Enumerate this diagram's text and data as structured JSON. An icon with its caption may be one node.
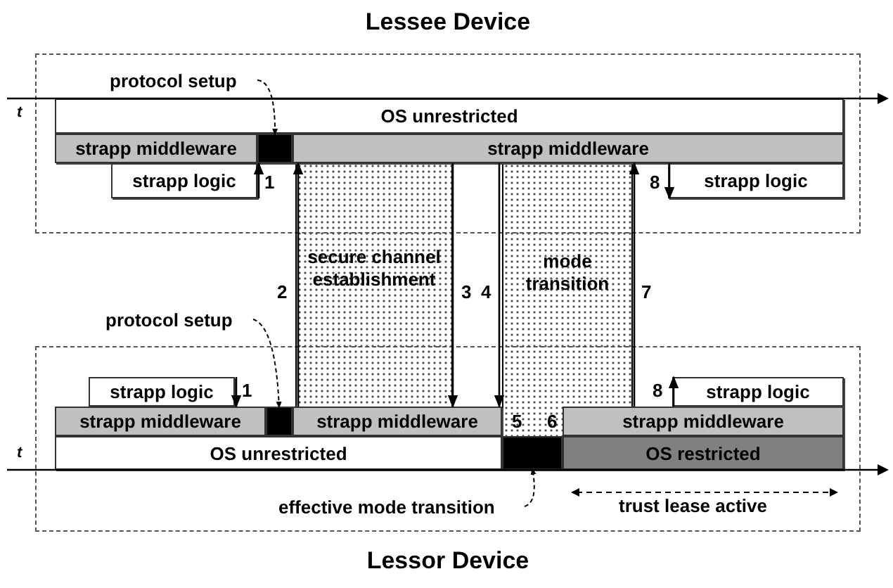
{
  "diagram": {
    "nodes": [
      {
        "text": [
          "Lessee Device"
        ]
      },
      {
        "text": [
          "OS unrestricted"
        ],
        "in": 0
      },
      {
        "text": [
          "strapp middleware"
        ],
        "in": 0
      },
      {
        "text": [],
        "shape": "box",
        "in": 0
      },
      {
        "text": [
          "strapp middleware"
        ],
        "in": 0
      },
      {
        "text": [
          "strapp logic"
        ],
        "in": 0
      },
      {
        "text": [
          "strapp logic"
        ],
        "in": 0
      },
      {
        "text": [
          "Lessor Device"
        ]
      },
      {
        "text": [
          "strapp logic"
        ],
        "in": 7
      },
      {
        "text": [
          "strapp middleware"
        ],
        "in": 7
      },
      {
        "text": [],
        "shape": "box",
        "in": 7
      },
      {
        "text": [
          "strapp middleware"
        ],
        "in": 7
      },
      {
        "text": [
          "strapp middleware"
        ],
        "in": 7
      },
      {
        "text": [
          "OS unrestricted"
        ],
        "in": 7
      },
      {
        "text": [],
        "shape": "box",
        "in": 7
      },
      {
        "text": [
          "OS restricted"
        ],
        "in": 7
      },
      {
        "text": [
          "strapp logic"
        ],
        "in": 7
      },
      {
        "text": [
          "secure channel establishment"
        ]
      },
      {
        "text": [
          "mode transition"
        ]
      },
      {
        "text": [
          "protocol setup"
        ],
        "in": 0
      },
      {
        "text": [
          "protocol setup"
        ]
      },
      {
        "text": [
          "effective mode transition"
        ],
        "in": 7
      }
    ],
    "edges": [
      {
        "from": 5,
        "to": 2,
        "arrow": "to",
        "label": "1"
      },
      {
        "from": 8,
        "to": 9,
        "arrow": "to",
        "label": "1"
      },
      {
        "from": 11,
        "to": 4,
        "arrow": "to",
        "label": "2"
      },
      {
        "from": 4,
        "to": 11,
        "arrow": "to",
        "label": "3"
      },
      {
        "from": 4,
        "to": 11,
        "arrow": "to",
        "label": "4"
      },
      {
        "from": 12,
        "to": 4,
        "arrow": "to",
        "label": "7"
      },
      {
        "from": 4,
        "to": 6,
        "arrow": "to",
        "label": "8"
      },
      {
        "from": 12,
        "to": 16,
        "arrow": "to",
        "label": "8"
      },
      {
        "from": 19,
        "to": 3,
        "arrow": "to",
        "style": "dashed"
      },
      {
        "from": 20,
        "to": 10,
        "arrow": "to",
        "style": "dashed"
      },
      {
        "from": 21,
        "to": 14,
        "arrow": "to",
        "style": "dashed"
      }
    ],
    "labels": [
      "t",
      "t",
      "5",
      "6",
      "trust lease active"
    ]
  }
}
